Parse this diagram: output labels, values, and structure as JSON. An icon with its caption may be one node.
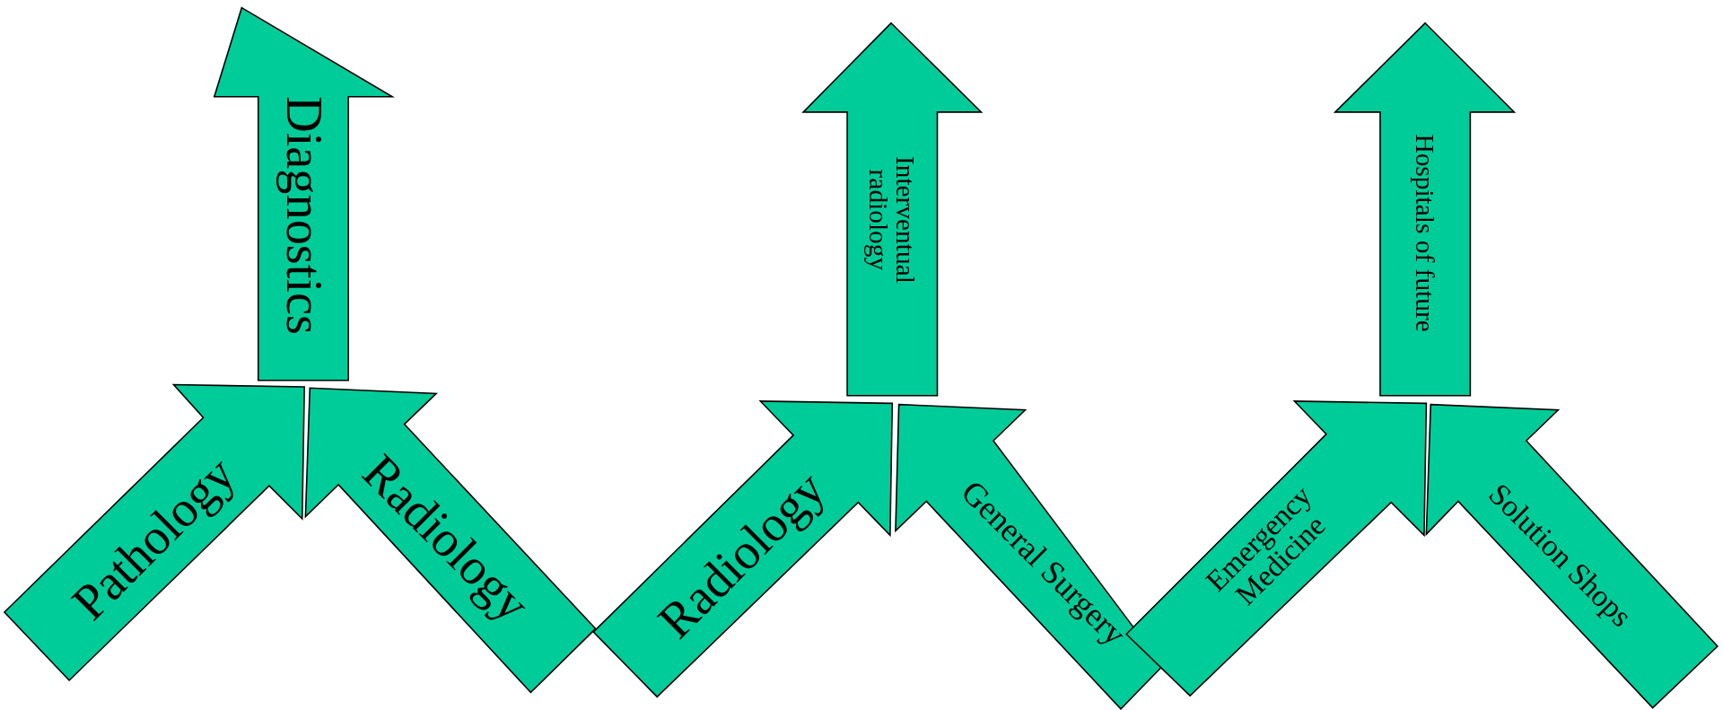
{
  "diagram": {
    "nodes": [
      {
        "text": [
          "Diagnostics"
        ]
      },
      {
        "text": [
          "Pathology"
        ]
      },
      {
        "text": [
          "Radiology"
        ]
      },
      {
        "text": [
          "Interventual radiology"
        ]
      },
      {
        "text": [
          "Radiology"
        ]
      },
      {
        "text": [
          "General Surgery"
        ]
      },
      {
        "text": [
          "Hospitals of future"
        ]
      },
      {
        "text": [
          "Emergency Medicine"
        ]
      },
      {
        "text": [
          "Solution Shops"
        ]
      }
    ]
  }
}
